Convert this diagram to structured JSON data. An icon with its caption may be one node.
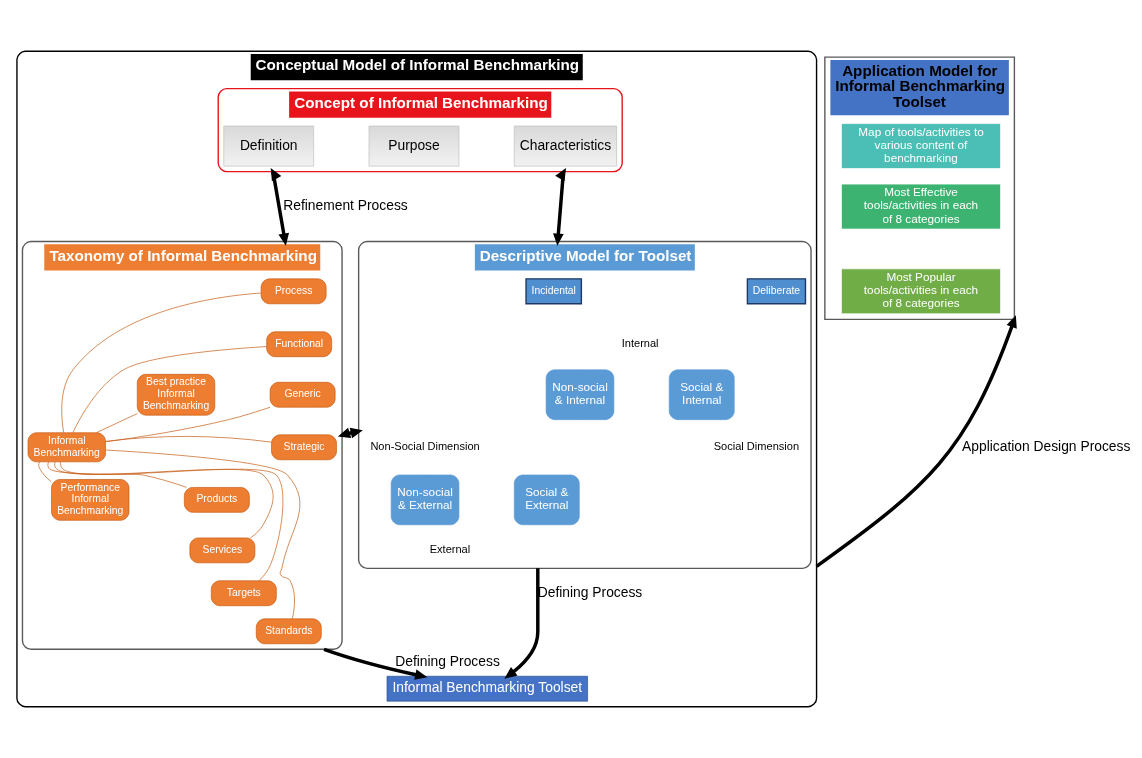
{
  "diagram": {
    "nodes": [
      {
        "text": [
          "Conceptual Model of Informal Benchmarking"
        ]
      },
      {
        "text": [
          "Concept of Informal Benchmarking"
        ],
        "in": 0
      },
      {
        "text": [
          "Definition"
        ],
        "in": 1
      },
      {
        "text": [
          "Purpose"
        ],
        "in": 1
      },
      {
        "text": [
          "Characteristics"
        ],
        "in": 1
      },
      {
        "text": [
          "Taxonomy of Informal Benchmarking"
        ],
        "in": 0
      },
      {
        "text": [
          "Informal Benchmarking"
        ],
        "in": 5
      },
      {
        "text": [
          "Best practice Informal Benchmarking"
        ],
        "in": 5
      },
      {
        "text": [
          "Performance Informal Benchmarking"
        ],
        "in": 5
      },
      {
        "text": [
          "Process"
        ],
        "in": 5
      },
      {
        "text": [
          "Functional"
        ],
        "in": 5
      },
      {
        "text": [
          "Generic"
        ],
        "in": 5
      },
      {
        "text": [
          "Strategic"
        ],
        "in": 5
      },
      {
        "text": [
          "Products"
        ],
        "in": 5
      },
      {
        "text": [
          "Services"
        ],
        "in": 5
      },
      {
        "text": [
          "Targets"
        ],
        "in": 5
      },
      {
        "text": [
          "Standards"
        ],
        "in": 5
      },
      {
        "text": [
          "Descriptive Model for Toolset"
        ],
        "in": 0
      },
      {
        "text": [
          "Incidental"
        ],
        "in": 17
      },
      {
        "text": [
          "Deliberate"
        ],
        "in": 17
      },
      {
        "text": [
          "Non-social & Internal"
        ],
        "in": 17
      },
      {
        "text": [
          "Social & Internal"
        ],
        "in": 17
      },
      {
        "text": [
          "Non-social & External"
        ],
        "in": 17
      },
      {
        "text": [
          "Social & External"
        ],
        "in": 17
      },
      {
        "text": [
          "Informal Benchmarking Toolset"
        ],
        "in": 0
      },
      {
        "text": [
          "Application Model for Informal Benchmarking Toolset"
        ]
      },
      {
        "text": [
          "Map of tools/activities to various content of benchmarking"
        ],
        "in": 25
      },
      {
        "text": [
          "Most Effective tools/activities in each of 8 categories"
        ],
        "in": 25
      },
      {
        "text": [
          "Most Popular tools/activities in each of 8 categories"
        ],
        "in": 25
      }
    ],
    "edges": [
      {
        "from": 1,
        "to": 5,
        "arrow": "both",
        "label": "Refinement Process",
        "style": "thick",
        "color": "#000000"
      },
      {
        "from": 1,
        "to": 17,
        "arrow": "both",
        "style": "thick",
        "color": "#000000"
      },
      {
        "from": 5,
        "to": 17,
        "arrow": "both",
        "style": "thick",
        "color": "#000000"
      },
      {
        "from": 6,
        "to": 7,
        "arrow": "none"
      },
      {
        "from": 6,
        "to": 8,
        "arrow": "none"
      },
      {
        "from": 6,
        "to": 9,
        "arrow": "none"
      },
      {
        "from": 6,
        "to": 10,
        "arrow": "none"
      },
      {
        "from": 6,
        "to": 11,
        "arrow": "none"
      },
      {
        "from": 6,
        "to": 12,
        "arrow": "none"
      },
      {
        "from": 6,
        "to": 13,
        "arrow": "none"
      },
      {
        "from": 6,
        "to": 14,
        "arrow": "none"
      },
      {
        "from": 6,
        "to": 15,
        "arrow": "none"
      },
      {
        "from": 6,
        "to": 16,
        "arrow": "none"
      },
      {
        "from": 5,
        "to": 24,
        "arrow": "to",
        "label": "Defining Process",
        "style": "thick",
        "color": "#000000"
      },
      {
        "from": 17,
        "to": 24,
        "arrow": "to",
        "label": "Defining Process",
        "style": "thick",
        "color": "#000000"
      },
      {
        "from": 0,
        "to": 25,
        "arrow": "to",
        "label": "Application Design Process",
        "style": "thick",
        "color": "#000000"
      }
    ],
    "labels": [
      "Internal",
      "Non-Social Dimension",
      "Social Dimension",
      "External"
    ]
  }
}
